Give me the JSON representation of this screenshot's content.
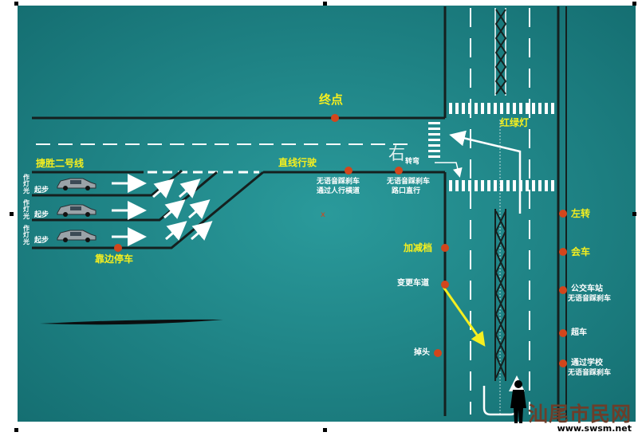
{
  "labels": {
    "end_point": "终点",
    "traffic_light": "红绿灯",
    "jiesheng_line": "捷胜二号线",
    "straight_drive": "直线行驶",
    "right_turn_glyph": "右",
    "right_turn_text": "转弯",
    "silent_brake_a": "无语音踩刹车",
    "through_crosswalk": "通过人行横道",
    "silent_brake_b": "无语音踩刹车",
    "intersection_straight": "路口直行",
    "light_on": "作灯光",
    "start_1": "起步",
    "start_2": "起步",
    "start_3": "起步",
    "pull_over": "靠边停车",
    "gear_change": "加减档",
    "lane_change": "变更车道",
    "u_turn": "掉头",
    "left_turn": "左转",
    "meet_car": "会车",
    "bus_stop": "公交车站",
    "silent_brake_c": "无语音踩刹车",
    "overtake": "超车",
    "school": "通过学校",
    "silent_brake_d": "无语音踩刹车"
  },
  "watermark": {
    "name": "汕尾市民网",
    "url": "www.swsm.net"
  },
  "colors": {
    "background": "#1e8a8b",
    "road_line": "#15201f",
    "marker_dot": "#d2461c",
    "label_yellow": "#f5ef1f",
    "lane_marking": "#ffffff"
  }
}
